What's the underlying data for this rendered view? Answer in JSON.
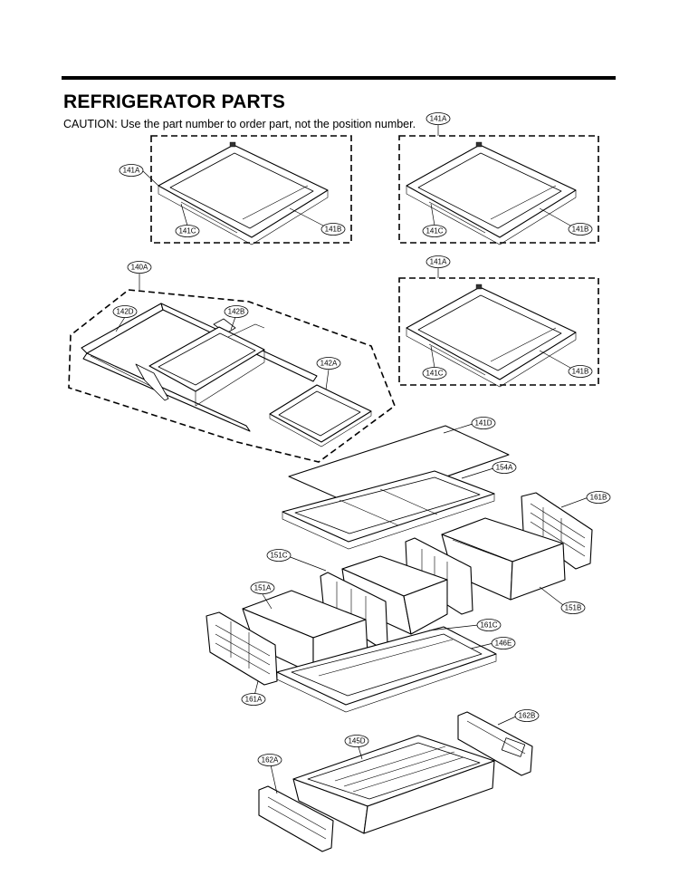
{
  "header": {
    "title": "REFRIGERATOR PARTS",
    "caution": "CAUTION: Use the part number to order part, not the position number."
  },
  "callouts": {
    "c141A_1": "141A",
    "c141C_1": "141C",
    "c141B_1": "141B",
    "c141A_2": "141A",
    "c141C_2": "141C",
    "c141B_2": "141B",
    "c141A_3": "141A",
    "c141C_3": "141C",
    "c141B_3": "141B",
    "c140A": "140A",
    "c142D": "142D",
    "c142B": "142B",
    "c142A": "142A",
    "c141D": "141D",
    "c154A": "154A",
    "c161B": "161B",
    "c151C": "151C",
    "c151A": "151A",
    "c151B": "151B",
    "c161C": "161C",
    "c146E": "146E",
    "c161A": "161A",
    "c162B": "162B",
    "c145D": "145D",
    "c162A": "162A"
  }
}
